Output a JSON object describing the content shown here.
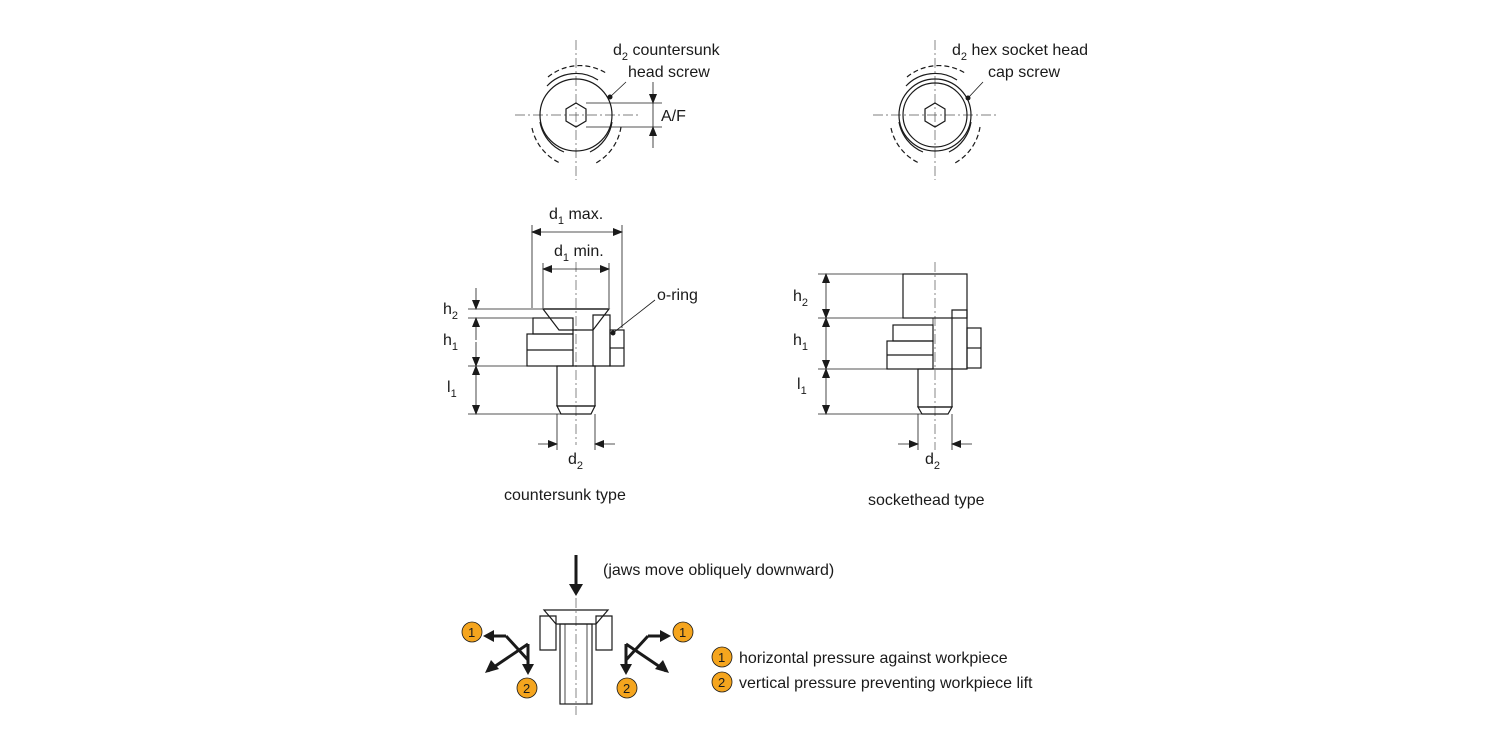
{
  "top_left": {
    "label_d": "d",
    "label_sub": "2",
    "label_rest": " countersunk",
    "label_line2": "head screw",
    "af": "A/F"
  },
  "top_right": {
    "label_d": "d",
    "label_sub": "2",
    "label_rest": " hex socket head",
    "label_line2": "cap screw"
  },
  "countersunk": {
    "d1max_d": "d",
    "d1max_sub": "1",
    "d1max_rest": " max.",
    "d1min_d": "d",
    "d1min_sub": "1",
    "d1min_rest": " min.",
    "oring": "o-ring",
    "h2": "h",
    "h2_sub": "2",
    "h1": "h",
    "h1_sub": "1",
    "l1": "l",
    "l1_sub": "1",
    "d2": "d",
    "d2_sub": "2",
    "caption": "countersunk type"
  },
  "sockethead": {
    "h2": "h",
    "h2_sub": "2",
    "h1": "h",
    "h1_sub": "1",
    "l1": "l",
    "l1_sub": "1",
    "d2": "d",
    "d2_sub": "2",
    "caption": "sockethead type"
  },
  "bottom": {
    "motion_note": "(jaws move obliquely downward)",
    "badge_1": "1",
    "badge_2": "2",
    "legend_1": "horizontal pressure against workpiece",
    "legend_2": "vertical pressure preventing workpiece lift"
  },
  "colors": {
    "badge_fill": "#f5a51e",
    "line": "#1a1a1a"
  }
}
